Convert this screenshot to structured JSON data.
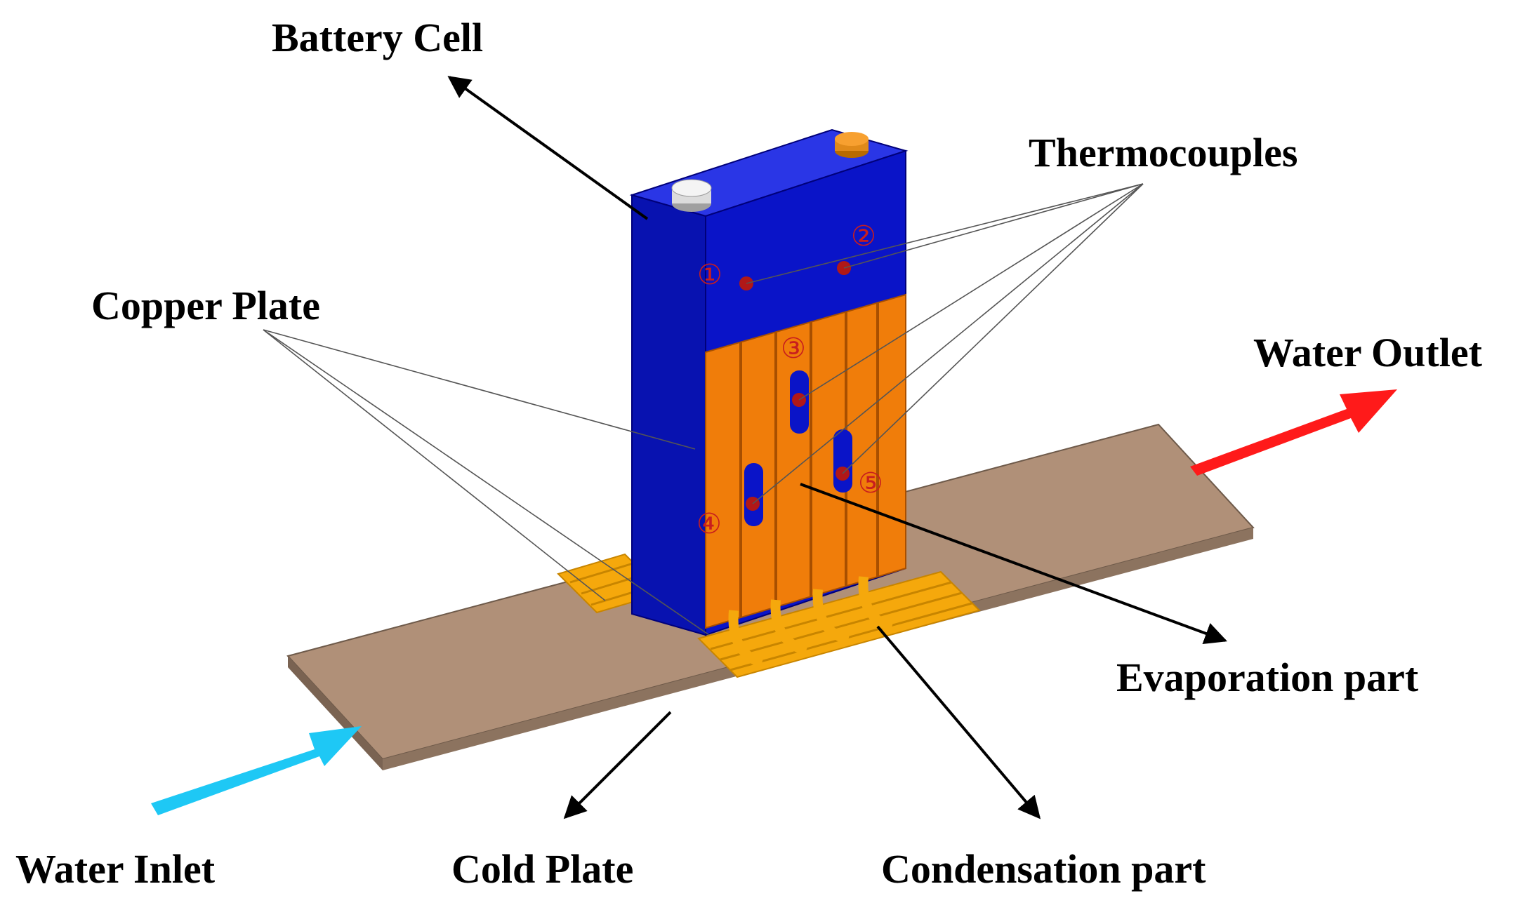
{
  "labels": {
    "battery_cell": "Battery Cell",
    "thermocouples": "Thermocouples",
    "copper_plate": "Copper Plate",
    "water_outlet": "Water Outlet",
    "evaporation_part": "Evaporation part",
    "water_inlet": "Water Inlet",
    "cold_plate": "Cold Plate",
    "condensation_part": "Condensation part"
  },
  "thermocouple_markers": [
    "①",
    "②",
    "③",
    "④",
    "⑤"
  ],
  "colors": {
    "battery_blue": "#0a14c8",
    "copper_orange": "#f07d0a",
    "fin_yellow": "#f5a80c",
    "cold_plate": "#b09078",
    "outlet_arrow": "#ff1a1a",
    "inlet_arrow": "#1ec8f5",
    "thermocouple_marker": "#c81e1e"
  }
}
